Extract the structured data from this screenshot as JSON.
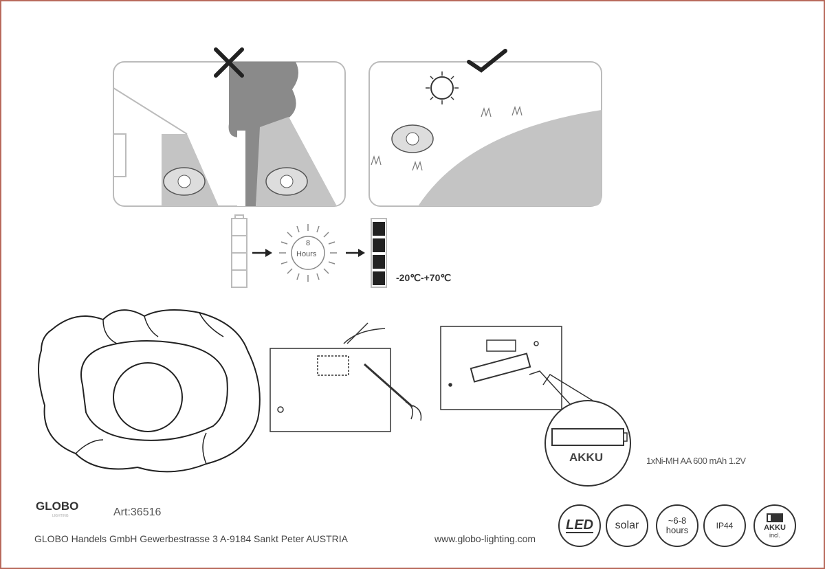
{
  "scene": {
    "charge_time": {
      "number": "8",
      "unit": "Hours"
    },
    "temperature_range": "-20℃-+70℃"
  },
  "battery": {
    "zoom_label": "AKKU",
    "spec": "1xNi-MH AA 600 mAh 1.2V"
  },
  "footer": {
    "logo": "GLOBO",
    "logo_sub": "LIGHTING",
    "article": "Art:36516",
    "address": "GLOBO Handels GmbH  Gewerbestrasse 3  A-9184 Sankt Peter   AUSTRIA",
    "website": "www.globo-lighting.com",
    "badges": [
      {
        "line1": "LED",
        "line2": ""
      },
      {
        "line1": "solar",
        "line2": ""
      },
      {
        "line1": "~6-8",
        "line2": "hours"
      },
      {
        "line1": "IP44",
        "line2": ""
      },
      {
        "line1": "AKKU",
        "line2": "incl."
      }
    ]
  },
  "colors": {
    "frame": "#b86a5c",
    "shade_dark": "#8a8a8a",
    "shade_light": "#c4c4c4"
  }
}
